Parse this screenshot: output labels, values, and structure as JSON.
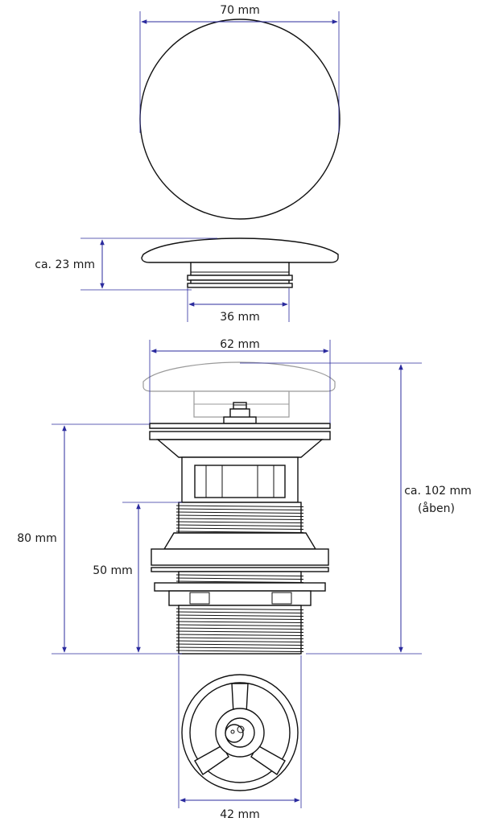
{
  "dimensions": {
    "cap_diameter": "70 mm",
    "cap_height": "ca. 23 mm",
    "stem_width": "36 mm",
    "flange_width": "62 mm",
    "open_height_line1": "ca. 102 mm",
    "open_height_line2": "(åben)",
    "body_height": "80 mm",
    "thread_height": "50 mm",
    "bottom_diameter": "42 mm"
  },
  "colors": {
    "dimension_lines": "#2b2b9e",
    "outline": "#111111",
    "ghost_outline": "#9a9a9a"
  }
}
